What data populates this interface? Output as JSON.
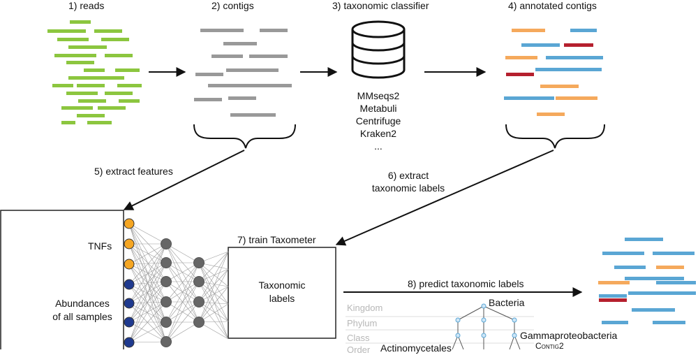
{
  "steps": {
    "reads": "1) reads",
    "contigs": "2) contigs",
    "classifier": "3) taxonomic classifier",
    "annotated": "4) annotated contigs",
    "extract_features": "5) extract features",
    "extract_labels_line1": "6) extract",
    "extract_labels_line2": "taxonomic labels",
    "train": "7) train Taxometer",
    "predict": "8) predict taxonomic labels"
  },
  "classifiers": [
    "MMseqs2",
    "Metabuli",
    "Centrifuge",
    "Kraken2",
    "..."
  ],
  "features": {
    "tnfs": "TNFs",
    "abundances_line1": "Abundances",
    "abundances_line2": "of all samples"
  },
  "model_box": {
    "line1": "Taxonomic",
    "line2": "labels"
  },
  "taxonomy": {
    "ranks": [
      "Kingdom",
      "Phylum",
      "Class",
      "Order"
    ],
    "nodes": {
      "bacteria": "Bacteria",
      "gammaproteobacteria": "Gammaproteobacteria",
      "actinomycetales": "Actinomycetales",
      "contig2": "Contig2"
    }
  },
  "colors": {
    "read": "#8cc63f",
    "contig": "#999999",
    "blue": "#5aa6d4",
    "orange": "#f5a95c",
    "red": "#b5202e",
    "input_orange": "#f5a623",
    "input_navy": "#1f3a8f",
    "hidden_node": "#666666"
  }
}
